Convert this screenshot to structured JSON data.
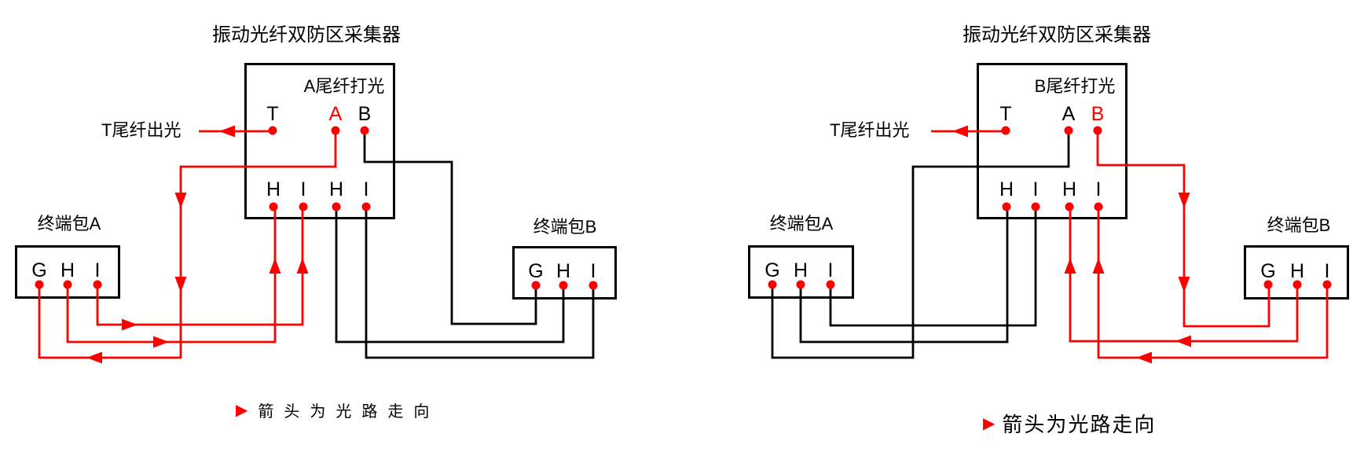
{
  "colors": {
    "wire_red": "#ff0000",
    "wire_black": "#000000",
    "terminal_dot": "#ff0000",
    "text": "#000000"
  },
  "diagrams": [
    {
      "title": "振动光纤双防区采集器",
      "collector_label": "A尾纤打光",
      "t_output_label": "T尾纤出光",
      "top_terminals": [
        {
          "label": "T",
          "color": "black"
        },
        {
          "label": "A",
          "color": "red"
        },
        {
          "label": "B",
          "color": "black"
        }
      ],
      "bottom_terminals": [
        {
          "label": "H"
        },
        {
          "label": "I"
        },
        {
          "label": "H"
        },
        {
          "label": "I"
        }
      ],
      "package_a": {
        "title": "终端包A",
        "terminals": [
          {
            "label": "G"
          },
          {
            "label": "H"
          },
          {
            "label": "I"
          }
        ]
      },
      "package_b": {
        "title": "终端包B",
        "terminals": [
          {
            "label": "G"
          },
          {
            "label": "H"
          },
          {
            "label": "I"
          }
        ]
      },
      "legend_marker": "▶",
      "legend_text": "箭头为光路走向"
    },
    {
      "title": "振动光纤双防区采集器",
      "collector_label": "B尾纤打光",
      "t_output_label": "T尾纤出光",
      "top_terminals": [
        {
          "label": "T",
          "color": "black"
        },
        {
          "label": "A",
          "color": "black"
        },
        {
          "label": "B",
          "color": "red"
        }
      ],
      "bottom_terminals": [
        {
          "label": "H"
        },
        {
          "label": "I"
        },
        {
          "label": "H"
        },
        {
          "label": "I"
        }
      ],
      "package_a": {
        "title": "终端包A",
        "terminals": [
          {
            "label": "G"
          },
          {
            "label": "H"
          },
          {
            "label": "I"
          }
        ]
      },
      "package_b": {
        "title": "终端包B",
        "terminals": [
          {
            "label": "G"
          },
          {
            "label": "H"
          },
          {
            "label": "I"
          }
        ]
      },
      "legend_marker": "▶",
      "legend_text": "箭头为光路走向"
    }
  ]
}
